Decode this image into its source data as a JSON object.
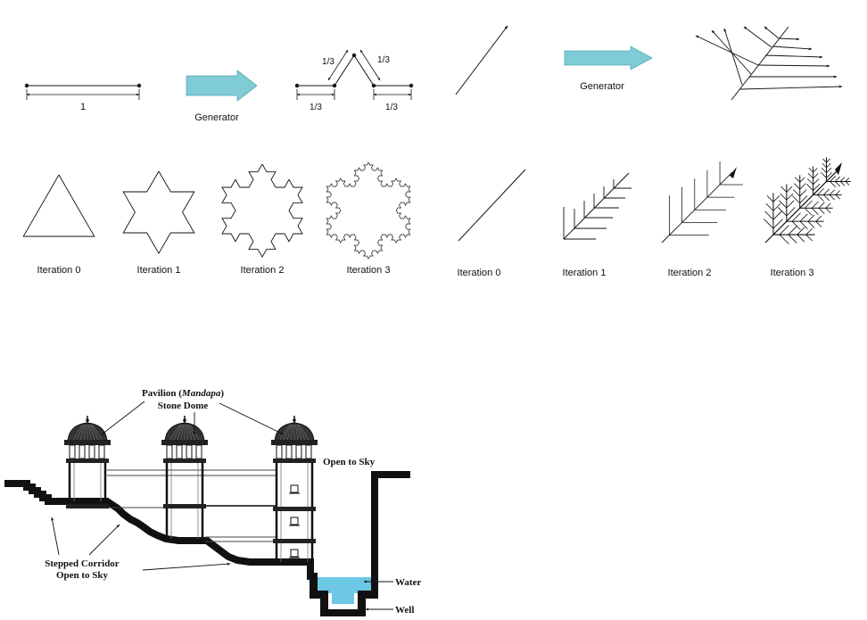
{
  "koch": {
    "length_label": "1",
    "third_label": "1/3",
    "generator_label": "Generator",
    "iterations": [
      "Iteration 0",
      "Iteration 1",
      "Iteration 2",
      "Iteration 3"
    ],
    "arrow_color": "#7fcbd6"
  },
  "tree": {
    "generator_label": "Generator",
    "iterations": [
      "Iteration 0",
      "Iteration 1",
      "Iteration 2",
      "Iteration 3"
    ],
    "arrow_color": "#7fcbd6"
  },
  "stepwell": {
    "pavilion_label": "Pavilion (",
    "pavilion_italic": "Mandapa",
    "pavilion_close": ")",
    "dome_label": "Stone Dome",
    "open_to_sky": "Open to Sky",
    "corridor_label_1": "Stepped Corridor",
    "corridor_label_2": "Open to Sky",
    "water_label": "Water",
    "well_label": "Well",
    "water_color": "#6cc8e4"
  }
}
